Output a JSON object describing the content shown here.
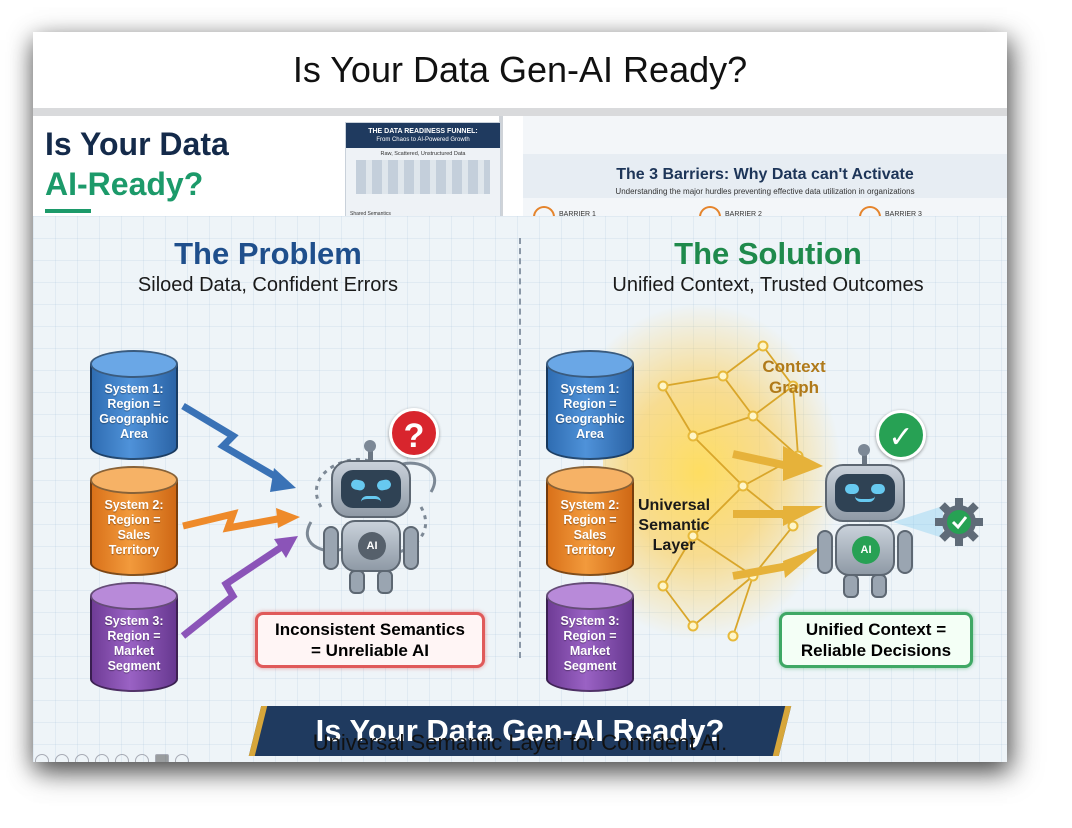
{
  "window": {
    "title": "Is Your Data Gen-AI Ready?"
  },
  "bg_left": {
    "title_line1": "Is Your Data",
    "title_line2": "AI-Ready?",
    "funnel_title": "THE DATA READINESS FUNNEL:",
    "funnel_subtitle": "From Chaos to AI-Powered Growth",
    "funnel_stage": "Raw, Scattered, Unstructured Data",
    "funnel_footer": "Shared Semantics"
  },
  "bg_right": {
    "title": "The 3 Barriers: Why Data can't Activate",
    "subtitle": "Understanding the major hurdles preventing effective data utilization in organizations",
    "barriers": [
      "BARRIER 1",
      "BARRIER 2",
      "BARRIER 3"
    ]
  },
  "problem": {
    "title": "The Problem",
    "subtitle": "Siloed Data, Confident Errors",
    "systems": [
      {
        "label": "System 1: Region = Geographic Area"
      },
      {
        "label": "System 2: Region = Sales Territory"
      },
      {
        "label": "System 3: Region = Market Segment"
      }
    ],
    "robot_badge": "AI",
    "bubble": "?",
    "callout_line1": "Inconsistent Semantics",
    "callout_line2": "= Unreliable AI"
  },
  "solution": {
    "title": "The Solution",
    "subtitle": "Unified Context, Trusted Outcomes",
    "systems": [
      {
        "label": "System 1: Region = Geographic Area"
      },
      {
        "label": "System 2: Region = Sales Territory"
      },
      {
        "label": "System 3: Region = Market Segment"
      }
    ],
    "layer_label": "Universal Semantic Layer",
    "graph_label": "Context Graph",
    "robot_badge": "AI",
    "bubble": "✓",
    "callout_line1": "Unified Context =",
    "callout_line2": "Reliable Decisions"
  },
  "banner": {
    "title": "Is Your Data Gen-AI Ready?",
    "tagline": "Universal Semantic Layer for Confident AI."
  },
  "colors": {
    "problem_title": "#1f4f8c",
    "solution_title": "#1f8a4c",
    "banner_bg": "#1f3a5f",
    "accent_gold": "#d7a63a"
  }
}
